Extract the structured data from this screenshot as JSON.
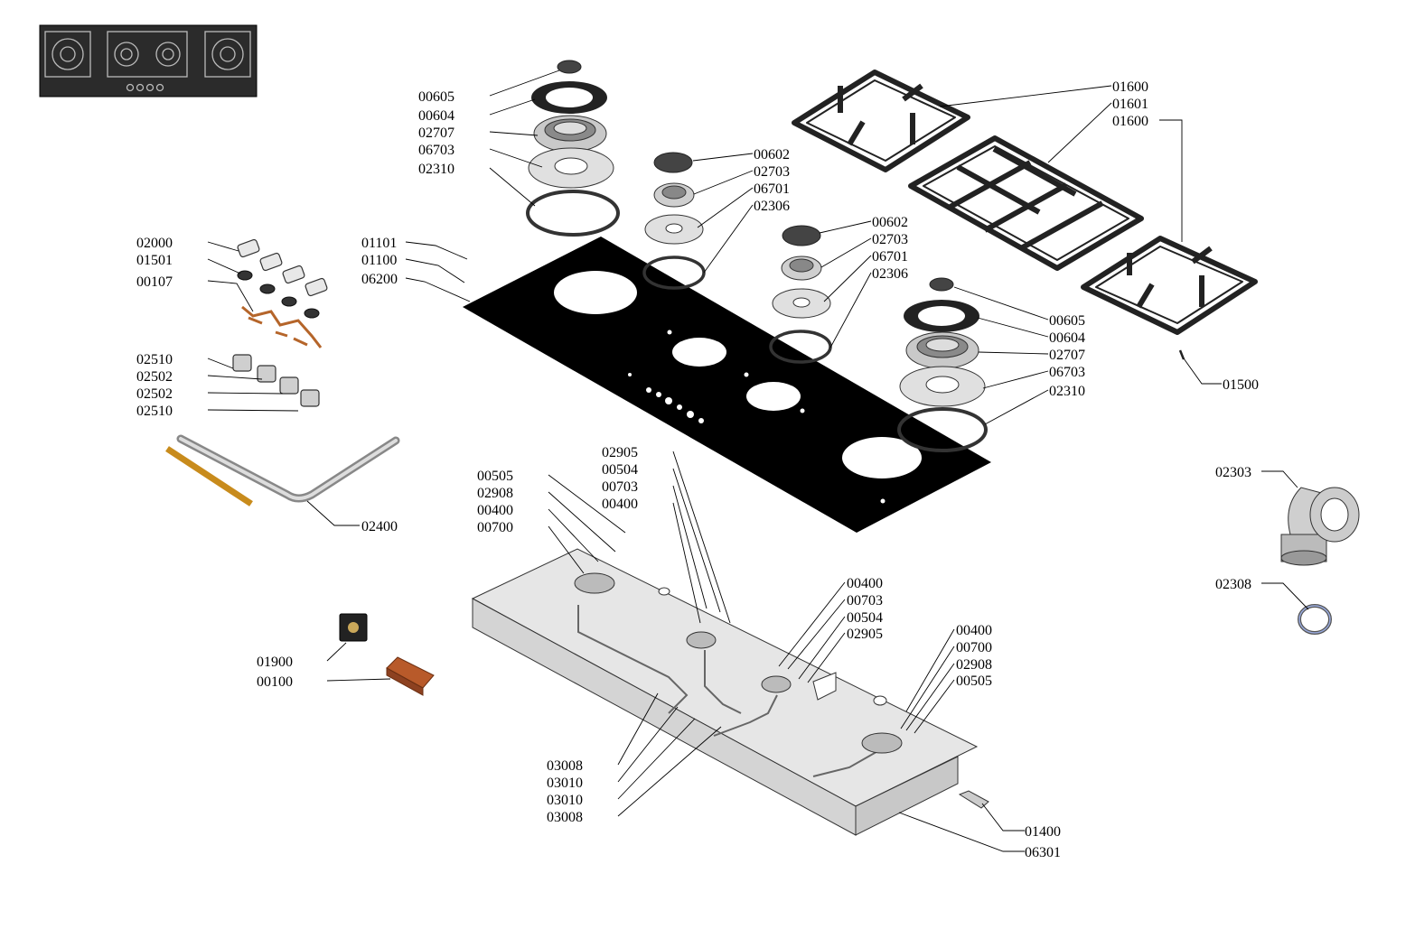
{
  "diagram": {
    "labels": {
      "p00605_top": "00605",
      "p00604_top": "00604",
      "p02707_top": "02707",
      "p06703_top": "06703",
      "p02310_top": "02310",
      "p00602_a": "00602",
      "p02703_a": "02703",
      "p06701_a": "06701",
      "p02306_a": "02306",
      "p00602_b": "00602",
      "p02703_b": "02703",
      "p06701_b": "06701",
      "p02306_b": "02306",
      "p01600_a": "01600",
      "p01601": "01601",
      "p01600_b": "01600",
      "p00605_r": "00605",
      "p00604_r": "00604",
      "p02707_r": "02707",
      "p06703_r": "06703",
      "p02310_r": "02310",
      "p01500": "01500",
      "p02000": "02000",
      "p01501": "01501",
      "p00107": "00107",
      "p02510_a": "02510",
      "p02502_a": "02502",
      "p02502_b": "02502",
      "p02510_b": "02510",
      "p01101": "01101",
      "p01100": "01100",
      "p06200": "06200",
      "p02400": "02400",
      "p00505_l": "00505",
      "p02908_l": "02908",
      "p00400_l": "00400",
      "p00700_l": "00700",
      "p02905_c": "02905",
      "p00504_c": "00504",
      "p00703_c": "00703",
      "p00400_c": "00400",
      "p00400_m": "00400",
      "p00703_m": "00703",
      "p00504_m": "00504",
      "p02905_m": "02905",
      "p00400_r2": "00400",
      "p00700_r2": "00700",
      "p02908_r2": "02908",
      "p00505_r2": "00505",
      "p02303": "02303",
      "p02308": "02308",
      "p01900": "01900",
      "p00100": "00100",
      "p03008_a": "03008",
      "p03010_a": "03010",
      "p03010_b": "03010",
      "p03008_b": "03008",
      "p01400": "01400",
      "p06301": "06301"
    }
  }
}
